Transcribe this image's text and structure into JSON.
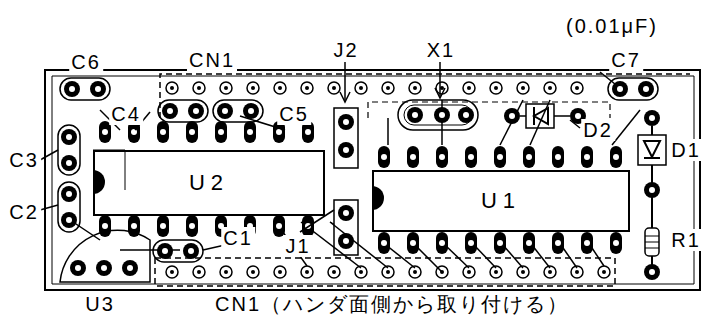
{
  "diagram": {
    "nodes": [
      {
        "text": [
          "U2"
        ]
      },
      {
        "text": [
          "U1"
        ]
      }
    ],
    "labels": [
      "(0.01μF)",
      "C6",
      "CN1",
      "J2",
      "X1",
      "C7",
      "C4",
      "C5",
      "D2",
      "D1",
      "C3",
      "C2",
      "C1",
      "J1",
      "R1",
      "U3",
      "CN1（ハンダ面側から取り付ける）"
    ]
  }
}
